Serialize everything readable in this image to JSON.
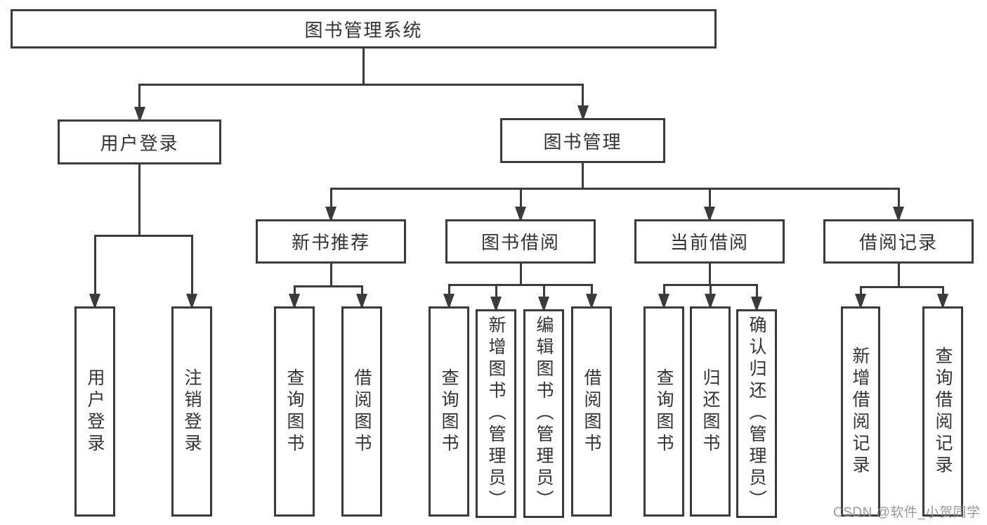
{
  "diagram": {
    "title": "图书管理系统",
    "colors": {
      "line": "#3b3b3b",
      "text": "#333333",
      "background": "#ffffff",
      "watermark": "#949494"
    },
    "tree": {
      "id": "root",
      "label": "图书管理系统",
      "children": [
        {
          "id": "user-login",
          "label": "用户登录",
          "children": [
            {
              "id": "leaf-user-login",
              "label": "用户登录"
            },
            {
              "id": "leaf-logout",
              "label": "注销登录"
            }
          ]
        },
        {
          "id": "book-mgmt",
          "label": "图书管理",
          "children": [
            {
              "id": "new-book-rec",
              "label": "新书推荐",
              "children": [
                {
                  "id": "leaf-query-book-1",
                  "label": "查询图书"
                },
                {
                  "id": "leaf-borrow-book-1",
                  "label": "借阅图书"
                }
              ]
            },
            {
              "id": "book-borrow",
              "label": "图书借阅",
              "children": [
                {
                  "id": "leaf-query-book-2",
                  "label": "查询图书"
                },
                {
                  "id": "leaf-add-book",
                  "label": "新增图书（管理员）"
                },
                {
                  "id": "leaf-edit-book",
                  "label": "编辑图书（管理员）"
                },
                {
                  "id": "leaf-borrow-book-2",
                  "label": "借阅图书"
                }
              ]
            },
            {
              "id": "current-borrow",
              "label": "当前借阅",
              "children": [
                {
                  "id": "leaf-query-book-3",
                  "label": "查询图书"
                },
                {
                  "id": "leaf-return-book",
                  "label": "归还图书"
                },
                {
                  "id": "leaf-confirm-return",
                  "label": "确认归还（管理员）"
                }
              ]
            },
            {
              "id": "borrow-records",
              "label": "借阅记录",
              "children": [
                {
                  "id": "leaf-add-record",
                  "label": "新增借阅记录"
                },
                {
                  "id": "leaf-query-record",
                  "label": "查询借阅记录"
                }
              ]
            }
          ]
        }
      ]
    }
  },
  "watermark": {
    "text": "CSDN @软件_小贺同学"
  }
}
